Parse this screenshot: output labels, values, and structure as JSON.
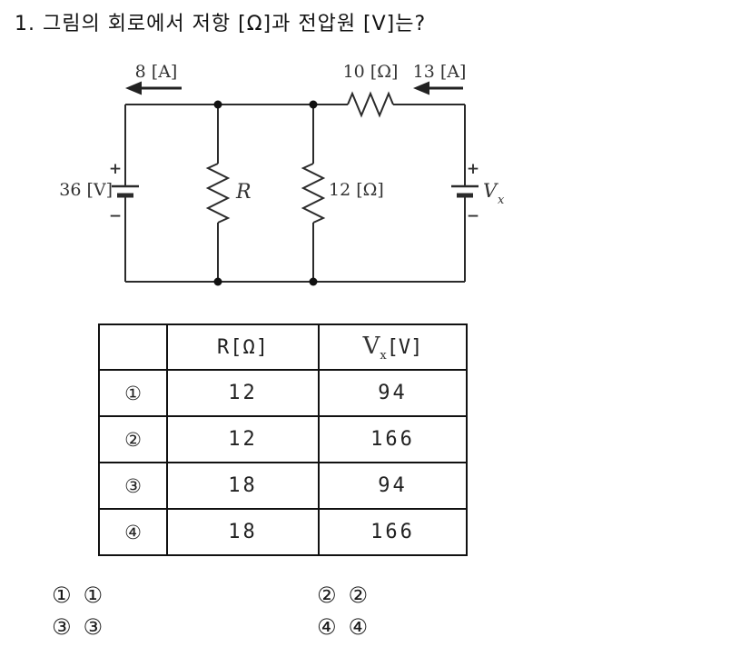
{
  "question": {
    "text": "1. 그림의 회로에서 저항 [Ω]과 전압원 [V]는?"
  },
  "circuit": {
    "current_top_left": "8 [A]",
    "resistor_top_right": "10 [Ω]",
    "current_top_right": "13 [A]",
    "voltage_source_left": "36 [V]",
    "resistor_parallel_1": "R",
    "resistor_parallel_2": "12 [Ω]",
    "voltage_source_right_base": "V",
    "voltage_source_right_sub": "x",
    "polarity_plus": "+",
    "polarity_minus": "−"
  },
  "table": {
    "header_blank": "",
    "header_r": "R[Ω]",
    "header_v_base": "V",
    "header_v_sub": "x",
    "header_v_unit": "[V]",
    "rows": [
      {
        "num": "①",
        "r": "12",
        "v": "94"
      },
      {
        "num": "②",
        "r": "12",
        "v": "166"
      },
      {
        "num": "③",
        "r": "18",
        "v": "94"
      },
      {
        "num": "④",
        "r": "18",
        "v": "166"
      }
    ]
  },
  "options": {
    "o1": {
      "marker": "①",
      "label": "①"
    },
    "o2": {
      "marker": "②",
      "label": "②"
    },
    "o3": {
      "marker": "③",
      "label": "③"
    },
    "o4": {
      "marker": "④",
      "label": "④"
    }
  }
}
